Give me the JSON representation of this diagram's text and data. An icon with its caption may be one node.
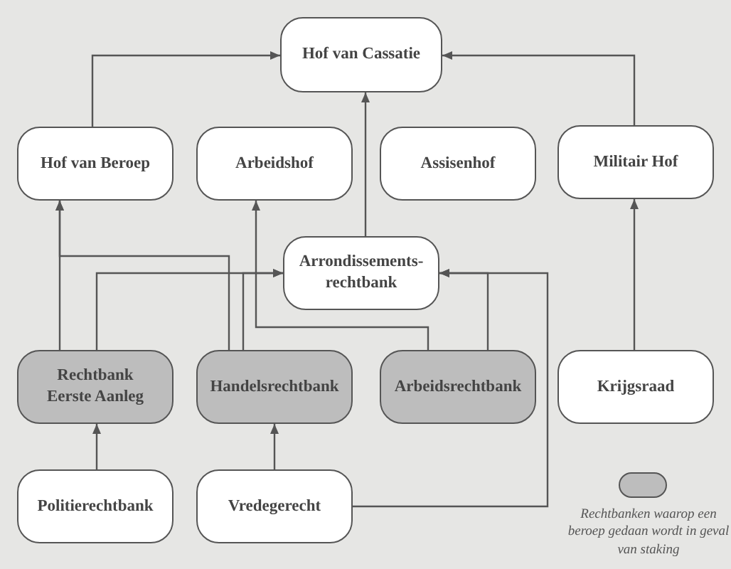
{
  "diagram": {
    "nodes": [
      {
        "text": [
          "Hof van Cassatie"
        ]
      },
      {
        "text": [
          "Hof van Beroep"
        ]
      },
      {
        "text": [
          "Arbeidshof"
        ]
      },
      {
        "text": [
          "Assisenhof"
        ]
      },
      {
        "text": [
          "Militair Hof"
        ]
      },
      {
        "text": [
          "Arrondissements-rechtbank"
        ]
      },
      {
        "text": [
          "Rechtbank Eerste Aanleg"
        ]
      },
      {
        "text": [
          "Handelsrechtbank"
        ]
      },
      {
        "text": [
          "Arbeidsrechtbank"
        ]
      },
      {
        "text": [
          "Krijgsraad"
        ]
      },
      {
        "text": [
          "Politierechtbank"
        ]
      },
      {
        "text": [
          "Vredegerecht"
        ]
      }
    ],
    "edges": [
      {
        "from": 1,
        "to": 0,
        "arrow": "to"
      },
      {
        "from": 4,
        "to": 0,
        "arrow": "to"
      },
      {
        "from": 5,
        "to": 0,
        "arrow": "to"
      },
      {
        "from": 9,
        "to": 4,
        "arrow": "to"
      },
      {
        "from": 6,
        "to": 1,
        "arrow": "to"
      },
      {
        "from": 7,
        "to": 1,
        "arrow": "to"
      },
      {
        "from": 6,
        "to": 5,
        "arrow": "to"
      },
      {
        "from": 7,
        "to": 5,
        "arrow": "to"
      },
      {
        "from": 8,
        "to": 2,
        "arrow": "to"
      },
      {
        "from": 8,
        "to": 5,
        "arrow": "to"
      },
      {
        "from": 11,
        "to": 5,
        "arrow": "to"
      },
      {
        "from": 10,
        "to": 6,
        "arrow": "to"
      },
      {
        "from": 11,
        "to": 7,
        "arrow": "to"
      }
    ],
    "legend": [
      {
        "text": "Rechtbanken waarop een beroep gedaan wordt in geval van staking",
        "color": "#bdbdbd"
      }
    ]
  }
}
